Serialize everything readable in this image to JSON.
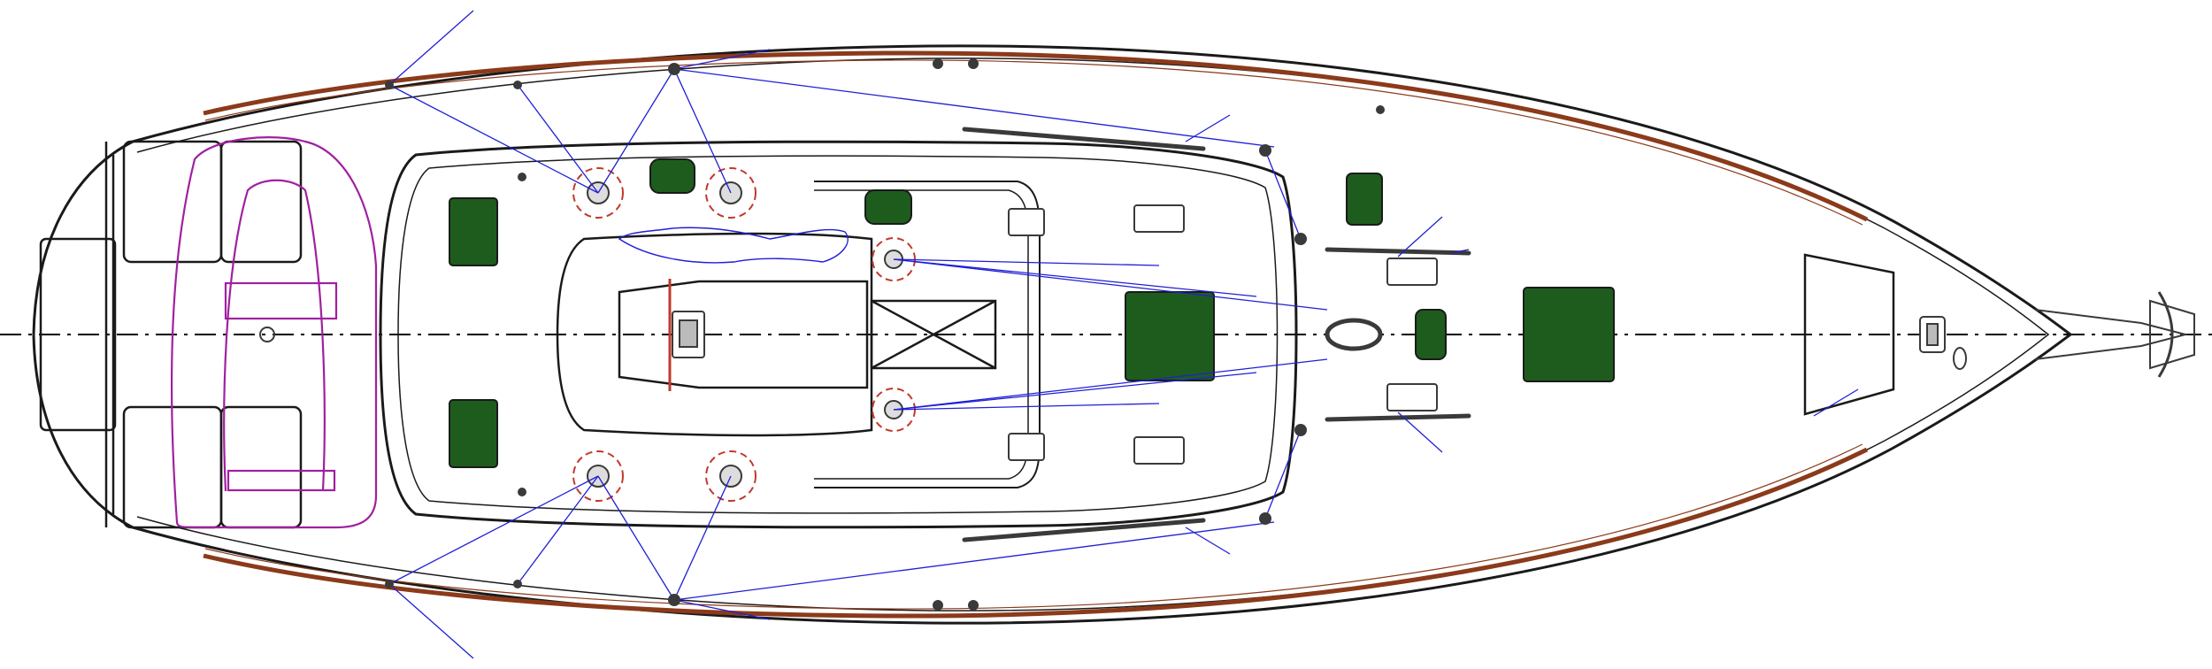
{
  "drawing": {
    "subject": "",
    "colors": {
      "background": "#ffffff",
      "hull_outline": "#1a1a1a",
      "toe_rail": "#8b3a1a",
      "rigging": "#1f1fd6",
      "dinghy": "#a020a0",
      "hatch_fill": "#1e5c1e",
      "hardware": "#3a3a3a",
      "winch_circle": "#c0392b",
      "centerline": "#000000"
    },
    "hatches": {
      "count": 12
    },
    "winches": {
      "count": 6
    },
    "icons": [
      "hull-outline",
      "toe-rail",
      "centerline",
      "transom-seat",
      "dinghy-outline",
      "cockpit-coaming",
      "cabin-house",
      "companionway",
      "mast-step",
      "anchor-windlass",
      "bow-roller",
      "forepeak-hatch",
      "foredeck-hatch",
      "winch",
      "cleat",
      "genoa-track",
      "rigging-lines",
      "bimini-figure"
    ]
  }
}
